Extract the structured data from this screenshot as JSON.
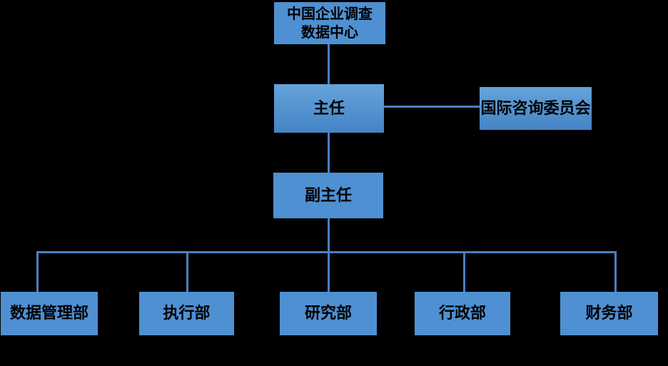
{
  "diagram": {
    "type": "org-chart",
    "colors": {
      "background": "#000000",
      "connector": "#4a80c0",
      "node_fill": "#4e90d2",
      "node_gradient_top": "#65a3db",
      "node_gradient_bottom": "#4484c5",
      "text": "#000000"
    },
    "nodes": {
      "root": {
        "label": "中国企业调查数据中心",
        "lines": [
          "中国企业调查",
          "数据中心"
        ]
      },
      "director": {
        "label": "主任"
      },
      "advisory": {
        "label": "国际咨询委员会"
      },
      "deputy": {
        "label": "副主任"
      },
      "departments": [
        {
          "label": "数据管理部"
        },
        {
          "label": "执行部"
        },
        {
          "label": "研究部"
        },
        {
          "label": "行政部"
        },
        {
          "label": "财务部"
        }
      ]
    }
  }
}
